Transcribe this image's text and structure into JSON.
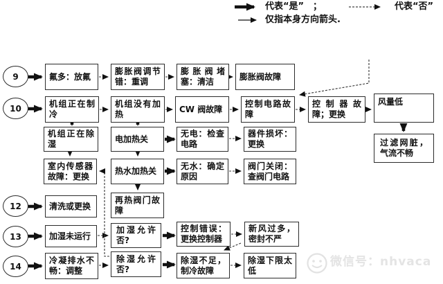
{
  "legend": {
    "yes": "代表“是”",
    "sep": "；",
    "no": "代表“否”",
    "self": "仅指本身方向箭头."
  },
  "circles": {
    "c9": "9",
    "c10": "10",
    "c12": "12",
    "c13": "13",
    "c14": "14"
  },
  "nodes": {
    "b1a": "氟多：放氟",
    "b1b": "膨胀阀调节错：重调",
    "b1c": "膨胀阀堵塞：清洁",
    "b1d": "膨胀阀故障",
    "b2a": "机组正在制冷",
    "b2b": "机组没有加热",
    "b2c": "CW 阀故障",
    "b2d": "控制电路故障",
    "b2e": "控制器故障；更换",
    "b2f": "风量低",
    "b2g": "过滤网脏，气流不畅",
    "b3a": "机组正在除湿",
    "b3b": "电加热关",
    "b3c": "无电：检查电路",
    "b3d": "器件损坏：更换",
    "b4a": "室内传感器故障：更换",
    "b4b": "热水加热关",
    "b4c": "无水：确定原因",
    "b4d": "阀门关闭：查阀门电路",
    "b5a": "清洗或更换",
    "b5b": "再热阀门故障",
    "b6a": "加湿未运行",
    "b6b": "加湿允许否?",
    "b6c": "控制错误：更换控制器",
    "b6d": "新风过多，密封不严",
    "b7a": "冷凝排水不畅：调整",
    "b7b": "除湿允许否?",
    "b7c": "除湿不足，制冷故障",
    "b7d": "除湿下限太低"
  },
  "watermark": {
    "text": "微信号：nhvaca"
  },
  "colors": {
    "ink": "#1a1a1a",
    "watermark": "#e4e4e4"
  }
}
